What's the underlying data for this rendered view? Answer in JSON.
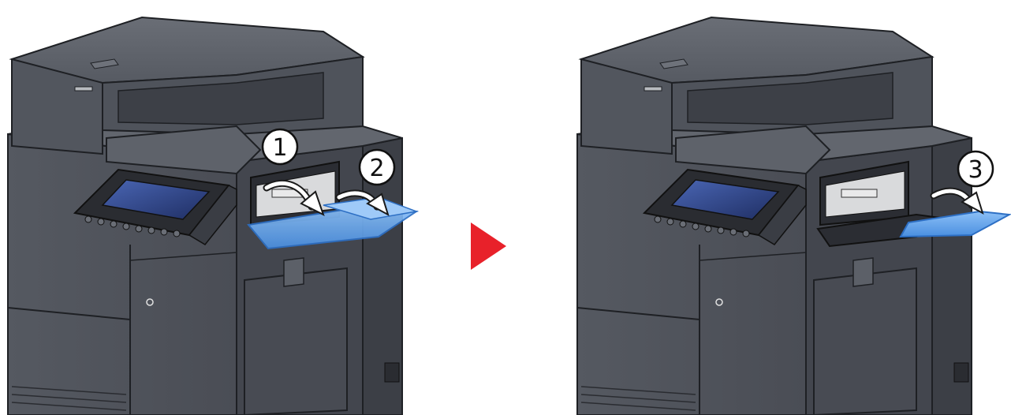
{
  "steps": {
    "one": "1",
    "two": "2",
    "three": "3"
  },
  "colors": {
    "body_dark": "#4a4d55",
    "body_mid": "#5c6068",
    "body_light": "#6e727a",
    "outline": "#1e2024",
    "screen": "#2c3f7a",
    "tray_blue": "#6aa6ef",
    "tray_blue_dark": "#3e7fd3",
    "arrow_fill": "#ffffff",
    "next_arrow": "#e8212a"
  },
  "icons": {
    "next": "play-triangle-icon",
    "curved_arrow": "curved-arrow-icon"
  }
}
